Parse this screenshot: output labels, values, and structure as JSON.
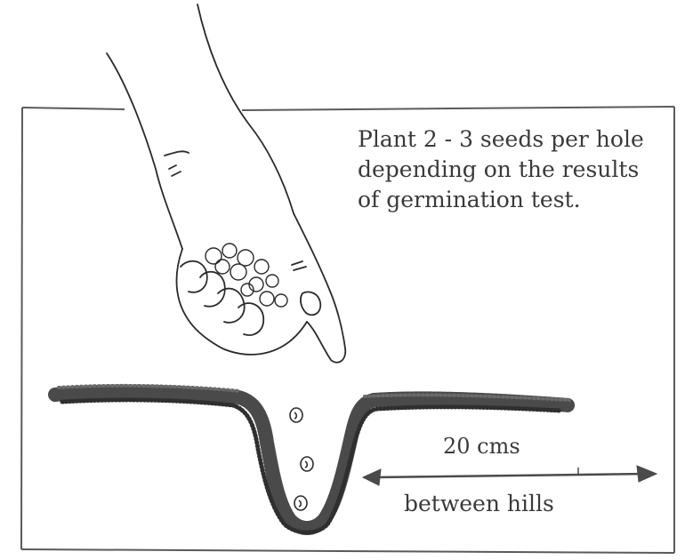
{
  "caption": {
    "line1": "Plant 2 - 3 seeds per hole",
    "line2": "depending on the results",
    "line3": "of germination test."
  },
  "spacing": {
    "distance": "20 cms",
    "description": "between hills"
  },
  "colors": {
    "ink": "#3a3a3a",
    "soil": "#4a4a4a",
    "frame": "#5a5a5a",
    "background": "#ffffff"
  },
  "illustration": {
    "seed_count_in_hole": 3
  }
}
